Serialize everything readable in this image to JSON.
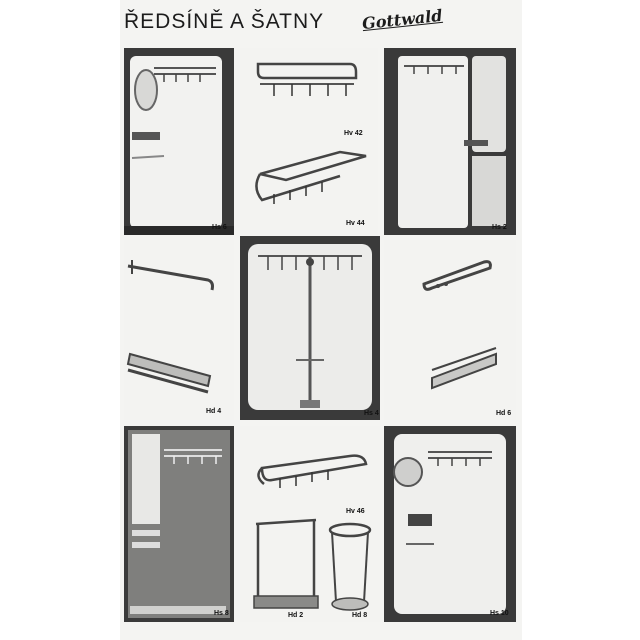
{
  "header": {
    "title": "ŘEDSÍNĚ A ŠATNY",
    "brand": "Gottwald"
  },
  "captions": {
    "p1": "Hs 6",
    "p2a": "Hv 42",
    "p2b": "Hv 44",
    "p3": "Hs 2",
    "p4": "Hd 4",
    "p5": "Hs 4",
    "p6": "Hd 6",
    "p7": "Hs 8",
    "p8a": "Hv 46",
    "p8b": "Hd 2",
    "p8c": "Hd 8",
    "p9": "Hs 10"
  }
}
